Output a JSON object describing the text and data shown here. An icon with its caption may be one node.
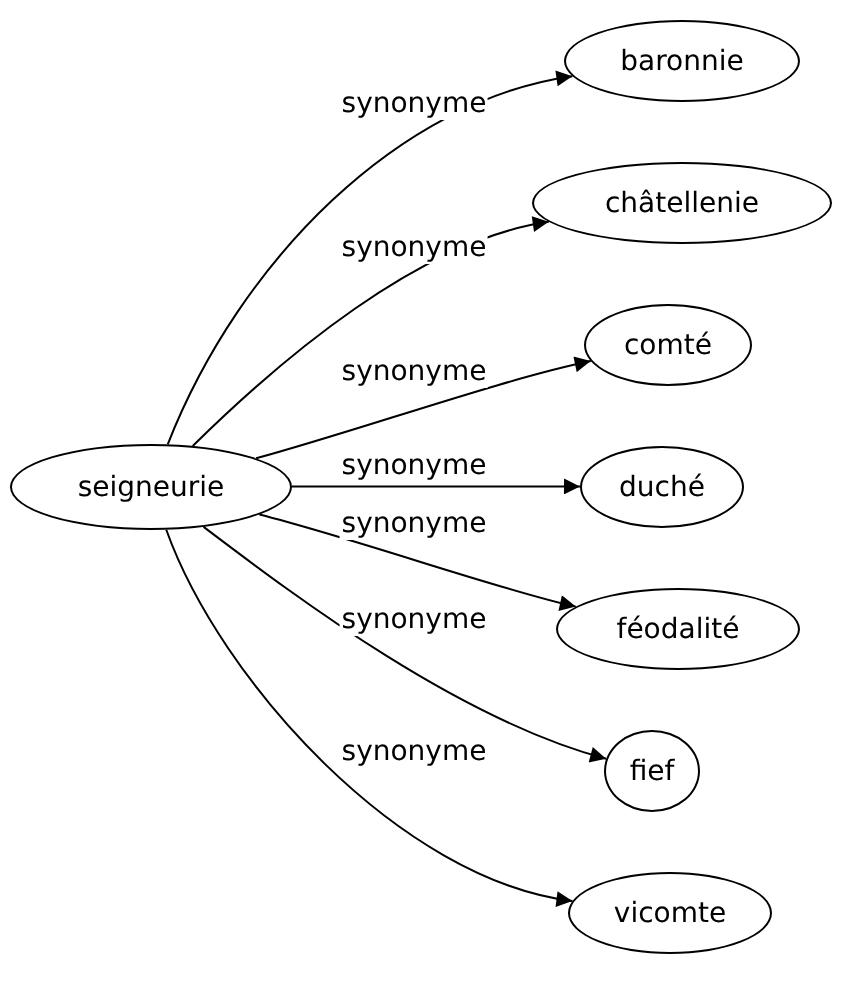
{
  "diagram": {
    "nodes": [
      {
        "text": [
          "seigneurie"
        ]
      },
      {
        "text": [
          "baronnie"
        ]
      },
      {
        "text": [
          "châtellenie"
        ]
      },
      {
        "text": [
          "comté"
        ]
      },
      {
        "text": [
          "duché"
        ]
      },
      {
        "text": [
          "féodalité"
        ]
      },
      {
        "text": [
          "fief"
        ]
      },
      {
        "text": [
          "vicomte"
        ]
      }
    ],
    "edges": [
      {
        "from": 0,
        "to": 1,
        "arrow": "to",
        "label": "synonyme"
      },
      {
        "from": 0,
        "to": 2,
        "arrow": "to",
        "label": "synonyme"
      },
      {
        "from": 0,
        "to": 3,
        "arrow": "to",
        "label": "synonyme"
      },
      {
        "from": 0,
        "to": 4,
        "arrow": "to",
        "label": "synonyme"
      },
      {
        "from": 0,
        "to": 5,
        "arrow": "to",
        "label": "synonyme"
      },
      {
        "from": 0,
        "to": 6,
        "arrow": "to",
        "label": "synonyme"
      },
      {
        "from": 0,
        "to": 7,
        "arrow": "to",
        "label": "synonyme"
      }
    ]
  }
}
